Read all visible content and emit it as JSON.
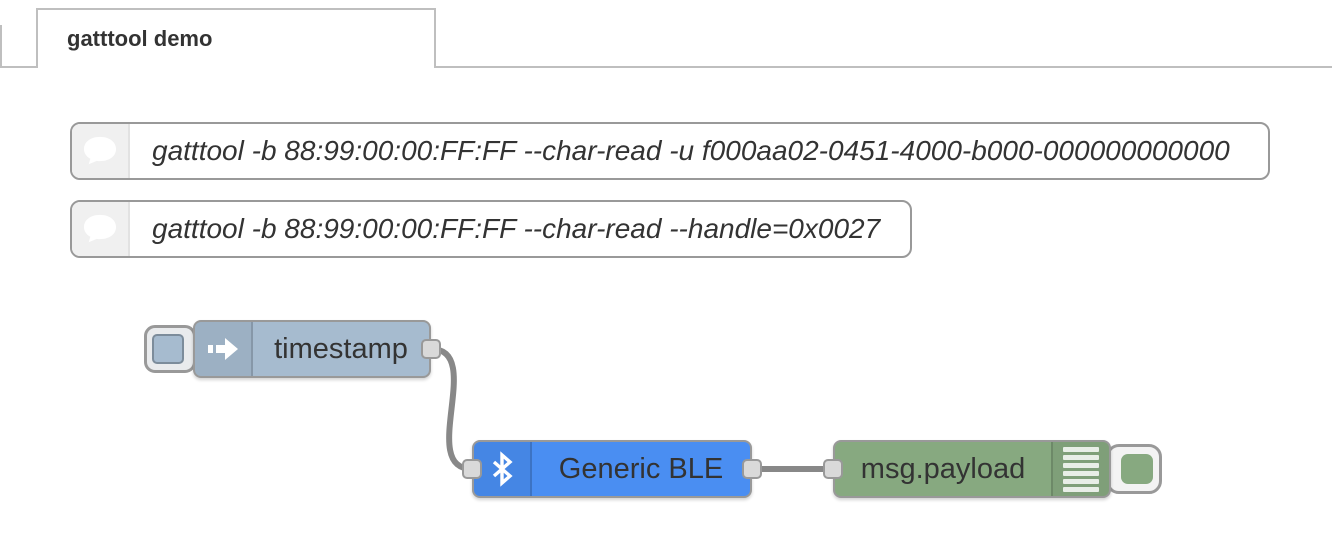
{
  "workspace": {
    "tab_label": "gatttool demo"
  },
  "comments": [
    {
      "text": "gatttool -b 88:99:00:00:FF:FF --char-read -u f000aa02-0451-4000-b000-000000000000"
    },
    {
      "text": "gatttool -b 88:99:00:00:FF:FF --char-read --handle=0x0027"
    }
  ],
  "nodes": {
    "inject": {
      "label": "timestamp",
      "type": "inject"
    },
    "ble": {
      "label": "Generic BLE",
      "type": "generic-ble"
    },
    "debug": {
      "label": "msg.payload",
      "type": "debug"
    }
  },
  "colors": {
    "inject-color": "#a6bbcf",
    "ble-color": "#4a8ef2",
    "debug-color": "#87a980",
    "wire-color": "#888888",
    "port-color": "#d9d9d9",
    "border-color": "#999999"
  }
}
